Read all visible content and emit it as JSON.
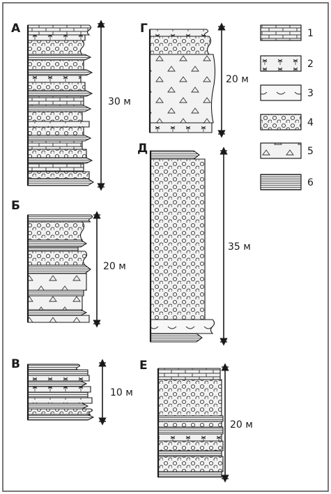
{
  "columns": [
    {
      "letter": "А",
      "thickness": "30 м"
    },
    {
      "letter": "Б",
      "thickness": "20 м"
    },
    {
      "letter": "В",
      "thickness": "10 м"
    },
    {
      "letter": "Г",
      "thickness": "20 м"
    },
    {
      "letter": "Д",
      "thickness": "35 м"
    },
    {
      "letter": "Е",
      "thickness": "20 м"
    }
  ],
  "legend": [
    {
      "number": "1",
      "pattern": "brick"
    },
    {
      "number": "2",
      "pattern": "marl"
    },
    {
      "number": "3",
      "pattern": "shell"
    },
    {
      "number": "4",
      "pattern": "circles"
    },
    {
      "number": "5",
      "pattern": "triangles"
    },
    {
      "number": "6",
      "pattern": "hlines"
    }
  ],
  "colors": {
    "ink": "#1a1a1a",
    "fill": "#dcdcdc",
    "frame": "#555555"
  }
}
